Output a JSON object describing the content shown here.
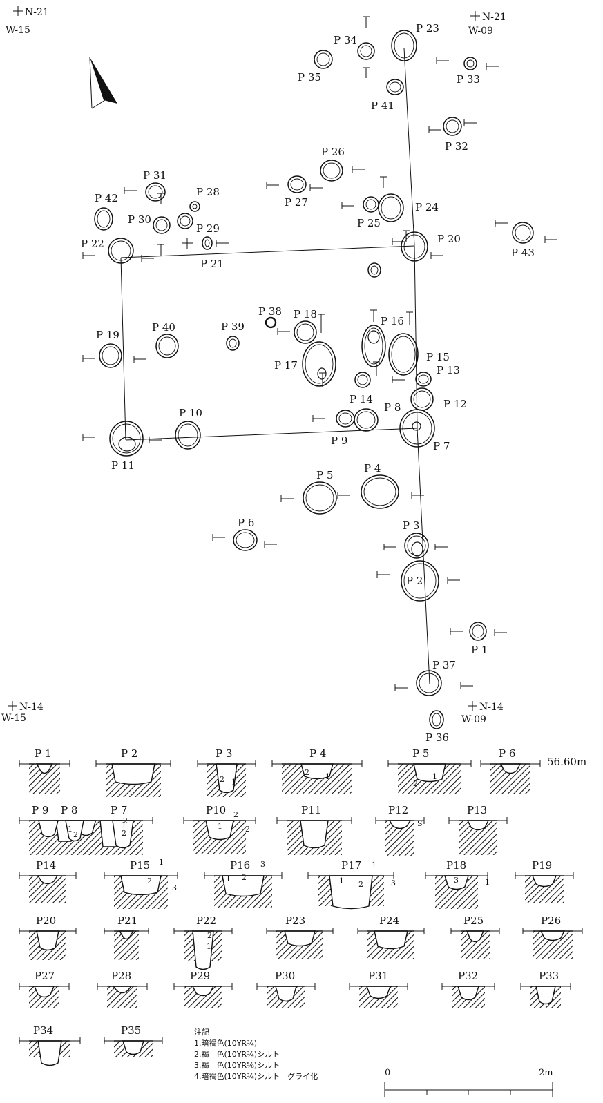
{
  "plan": {
    "grid_markers": [
      {
        "id": "nw",
        "line1": "N-21",
        "line2": "W-15"
      },
      {
        "id": "ne",
        "line1": "N-21",
        "line2": "W-09"
      },
      {
        "id": "sw",
        "line1": "N-14",
        "line2": "W-15"
      },
      {
        "id": "se",
        "line1": "N-14",
        "line2": "W-09"
      }
    ],
    "pit_labels": [
      "P1",
      "P2",
      "P3",
      "P4",
      "P5",
      "P6",
      "P7",
      "P8",
      "P9",
      "P10",
      "P11",
      "P12",
      "P13",
      "P14",
      "P15",
      "P16",
      "P17",
      "P18",
      "P19",
      "P20",
      "P21",
      "P22",
      "P23",
      "P24",
      "P25",
      "P26",
      "P27",
      "P28",
      "P29",
      "P30",
      "P31",
      "P32",
      "P33",
      "P34",
      "P35",
      "P36",
      "P37",
      "P38",
      "P39",
      "P40",
      "P41",
      "P42",
      "P43"
    ]
  },
  "sections": {
    "elevation": "56.60m",
    "titles": [
      "P 1",
      "P 2",
      "P 3",
      "P 4",
      "P 5",
      "P 6",
      "P 9",
      "P 8",
      "P 7",
      "P10",
      "P11",
      "P12",
      "P13",
      "P14",
      "P15",
      "P16",
      "P17",
      "P18",
      "P19",
      "P20",
      "P21",
      "P22",
      "P23",
      "P24",
      "P25",
      "P26",
      "P27",
      "P28",
      "P29",
      "P30",
      "P31",
      "P32",
      "P33",
      "P34",
      "P35"
    ],
    "layer_numbers": [
      "2",
      "1",
      "2",
      "1",
      "2",
      "1",
      "1",
      "2",
      "2",
      "1",
      "2",
      "1",
      "2",
      "S",
      "1",
      "2",
      "3",
      "3",
      "1",
      "2",
      "1",
      "3",
      "1",
      "2",
      "3",
      "1",
      "2",
      "1",
      "2"
    ]
  },
  "legend": {
    "title": "注記",
    "items": [
      "1.暗褐色(10YR¾)",
      "2.褐　色(10YR¾)シルト",
      "3.褐　色(10YR⅝)シルト",
      "4.暗褐色(10YR¾)シルト　グライ化"
    ]
  },
  "scale_bar": {
    "start": "0",
    "end": "2m"
  }
}
